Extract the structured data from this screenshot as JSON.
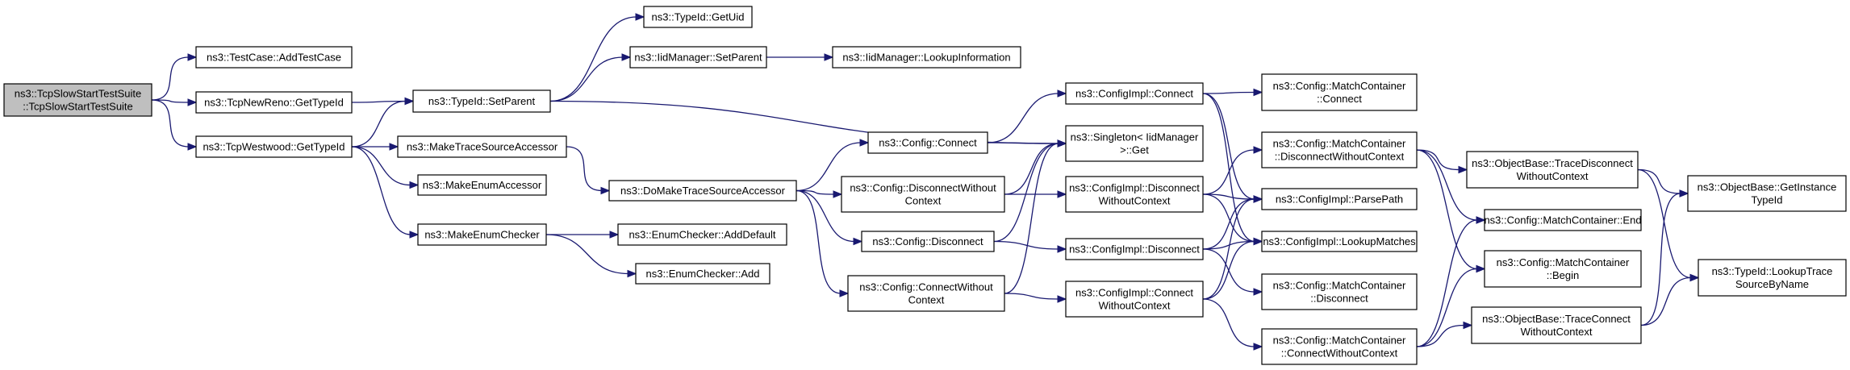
{
  "colors": {
    "node_fill": "#ffffff",
    "root_fill": "#bfbfbf",
    "node_stroke": "#000000",
    "edge": "#191970"
  },
  "nodes": [
    {
      "id": "root",
      "lines": [
        "ns3::TcpSlowStartTestSuite",
        "::TcpSlowStartTestSuite"
      ],
      "root": true
    },
    {
      "id": "addtestcase",
      "lines": [
        "ns3::TestCase::AddTestCase"
      ]
    },
    {
      "id": "newreno",
      "lines": [
        "ns3::TcpNewReno::GetTypeId"
      ]
    },
    {
      "id": "westwood",
      "lines": [
        "ns3::TcpWestwood::GetTypeId"
      ]
    },
    {
      "id": "setparent",
      "lines": [
        "ns3::TypeId::SetParent"
      ]
    },
    {
      "id": "getuid",
      "lines": [
        "ns3::TypeId::GetUid"
      ]
    },
    {
      "id": "iid_setparent",
      "lines": [
        "ns3::IidManager::SetParent"
      ]
    },
    {
      "id": "iid_lookupinfo",
      "lines": [
        "ns3::IidManager::LookupInformation"
      ]
    },
    {
      "id": "maketsa",
      "lines": [
        "ns3::MakeTraceSourceAccessor"
      ]
    },
    {
      "id": "makeenumacc",
      "lines": [
        "ns3::MakeEnumAccessor"
      ]
    },
    {
      "id": "makeenumchk",
      "lines": [
        "ns3::MakeEnumChecker"
      ]
    },
    {
      "id": "domaketsa",
      "lines": [
        "ns3::DoMakeTraceSourceAccessor"
      ]
    },
    {
      "id": "enum_adddefault",
      "lines": [
        "ns3::EnumChecker::AddDefault"
      ]
    },
    {
      "id": "enum_add",
      "lines": [
        "ns3::EnumChecker::Add"
      ]
    },
    {
      "id": "cfg_connect",
      "lines": [
        "ns3::Config::Connect"
      ]
    },
    {
      "id": "cfg_discwoc",
      "lines": [
        "ns3::Config::DisconnectWithout",
        "Context"
      ]
    },
    {
      "id": "cfg_disconnect",
      "lines": [
        "ns3::Config::Disconnect"
      ]
    },
    {
      "id": "cfg_connwoc",
      "lines": [
        "ns3::Config::ConnectWithout",
        "Context"
      ]
    },
    {
      "id": "ci_connect",
      "lines": [
        "ns3::ConfigImpl::Connect"
      ]
    },
    {
      "id": "singleton",
      "lines": [
        "ns3::Singleton< IidManager",
        ">::Get"
      ]
    },
    {
      "id": "ci_discwoc",
      "lines": [
        "ns3::ConfigImpl::Disconnect",
        "WithoutContext"
      ]
    },
    {
      "id": "ci_disconnect",
      "lines": [
        "ns3::ConfigImpl::Disconnect"
      ]
    },
    {
      "id": "ci_connwoc",
      "lines": [
        "ns3::ConfigImpl::Connect",
        "WithoutContext"
      ]
    },
    {
      "id": "mc_connect",
      "lines": [
        "ns3::Config::MatchContainer",
        "::Connect"
      ]
    },
    {
      "id": "mc_discwoc",
      "lines": [
        "ns3::Config::MatchContainer",
        "::DisconnectWithoutContext"
      ]
    },
    {
      "id": "ci_parsepath",
      "lines": [
        "ns3::ConfigImpl::ParsePath"
      ]
    },
    {
      "id": "ci_lookup",
      "lines": [
        "ns3::ConfigImpl::LookupMatches"
      ]
    },
    {
      "id": "mc_disconnect",
      "lines": [
        "ns3::Config::MatchContainer",
        "::Disconnect"
      ]
    },
    {
      "id": "mc_connwoc",
      "lines": [
        "ns3::Config::MatchContainer",
        "::ConnectWithoutContext"
      ]
    },
    {
      "id": "ob_tracediscwoc",
      "lines": [
        "ns3::ObjectBase::TraceDisconnect",
        "WithoutContext"
      ]
    },
    {
      "id": "mc_end",
      "lines": [
        "ns3::Config::MatchContainer::End"
      ]
    },
    {
      "id": "mc_begin",
      "lines": [
        "ns3::Config::MatchContainer",
        "::Begin"
      ]
    },
    {
      "id": "ob_traceconnwoc",
      "lines": [
        "ns3::ObjectBase::TraceConnect",
        "WithoutContext"
      ]
    },
    {
      "id": "ob_getinst",
      "lines": [
        "ns3::ObjectBase::GetInstance",
        "TypeId"
      ]
    },
    {
      "id": "lookuptrace",
      "lines": [
        "ns3::TypeId::LookupTrace",
        "SourceByName"
      ]
    }
  ],
  "edges": [
    [
      "root",
      "addtestcase"
    ],
    [
      "root",
      "newreno"
    ],
    [
      "root",
      "westwood"
    ],
    [
      "newreno",
      "setparent"
    ],
    [
      "westwood",
      "setparent"
    ],
    [
      "westwood",
      "maketsa"
    ],
    [
      "westwood",
      "makeenumacc"
    ],
    [
      "westwood",
      "makeenumchk"
    ],
    [
      "setparent",
      "getuid"
    ],
    [
      "setparent",
      "iid_setparent"
    ],
    [
      "setparent",
      "singleton"
    ],
    [
      "iid_setparent",
      "iid_lookupinfo"
    ],
    [
      "maketsa",
      "domaketsa"
    ],
    [
      "makeenumchk",
      "enum_adddefault"
    ],
    [
      "makeenumchk",
      "enum_add"
    ],
    [
      "domaketsa",
      "cfg_connect"
    ],
    [
      "domaketsa",
      "cfg_discwoc"
    ],
    [
      "domaketsa",
      "cfg_disconnect"
    ],
    [
      "domaketsa",
      "cfg_connwoc"
    ],
    [
      "cfg_connect",
      "ci_connect"
    ],
    [
      "cfg_connect",
      "singleton"
    ],
    [
      "cfg_discwoc",
      "singleton"
    ],
    [
      "cfg_discwoc",
      "ci_discwoc"
    ],
    [
      "cfg_disconnect",
      "singleton"
    ],
    [
      "cfg_disconnect",
      "ci_disconnect"
    ],
    [
      "cfg_connwoc",
      "singleton"
    ],
    [
      "cfg_connwoc",
      "ci_connwoc"
    ],
    [
      "ci_connect",
      "mc_connect"
    ],
    [
      "ci_connect",
      "ci_parsepath"
    ],
    [
      "ci_connect",
      "ci_lookup"
    ],
    [
      "ci_discwoc",
      "mc_discwoc"
    ],
    [
      "ci_discwoc",
      "ci_parsepath"
    ],
    [
      "ci_discwoc",
      "ci_lookup"
    ],
    [
      "ci_disconnect",
      "ci_parsepath"
    ],
    [
      "ci_disconnect",
      "ci_lookup"
    ],
    [
      "ci_disconnect",
      "mc_disconnect"
    ],
    [
      "ci_connwoc",
      "ci_parsepath"
    ],
    [
      "ci_connwoc",
      "ci_lookup"
    ],
    [
      "ci_connwoc",
      "mc_connwoc"
    ],
    [
      "mc_discwoc",
      "ob_tracediscwoc"
    ],
    [
      "mc_discwoc",
      "mc_end"
    ],
    [
      "mc_discwoc",
      "mc_begin"
    ],
    [
      "mc_connwoc",
      "mc_end"
    ],
    [
      "mc_connwoc",
      "mc_begin"
    ],
    [
      "mc_connwoc",
      "ob_traceconnwoc"
    ],
    [
      "ob_tracediscwoc",
      "ob_getinst"
    ],
    [
      "ob_tracediscwoc",
      "lookuptrace"
    ],
    [
      "ob_traceconnwoc",
      "ob_getinst"
    ],
    [
      "ob_traceconnwoc",
      "lookuptrace"
    ]
  ]
}
